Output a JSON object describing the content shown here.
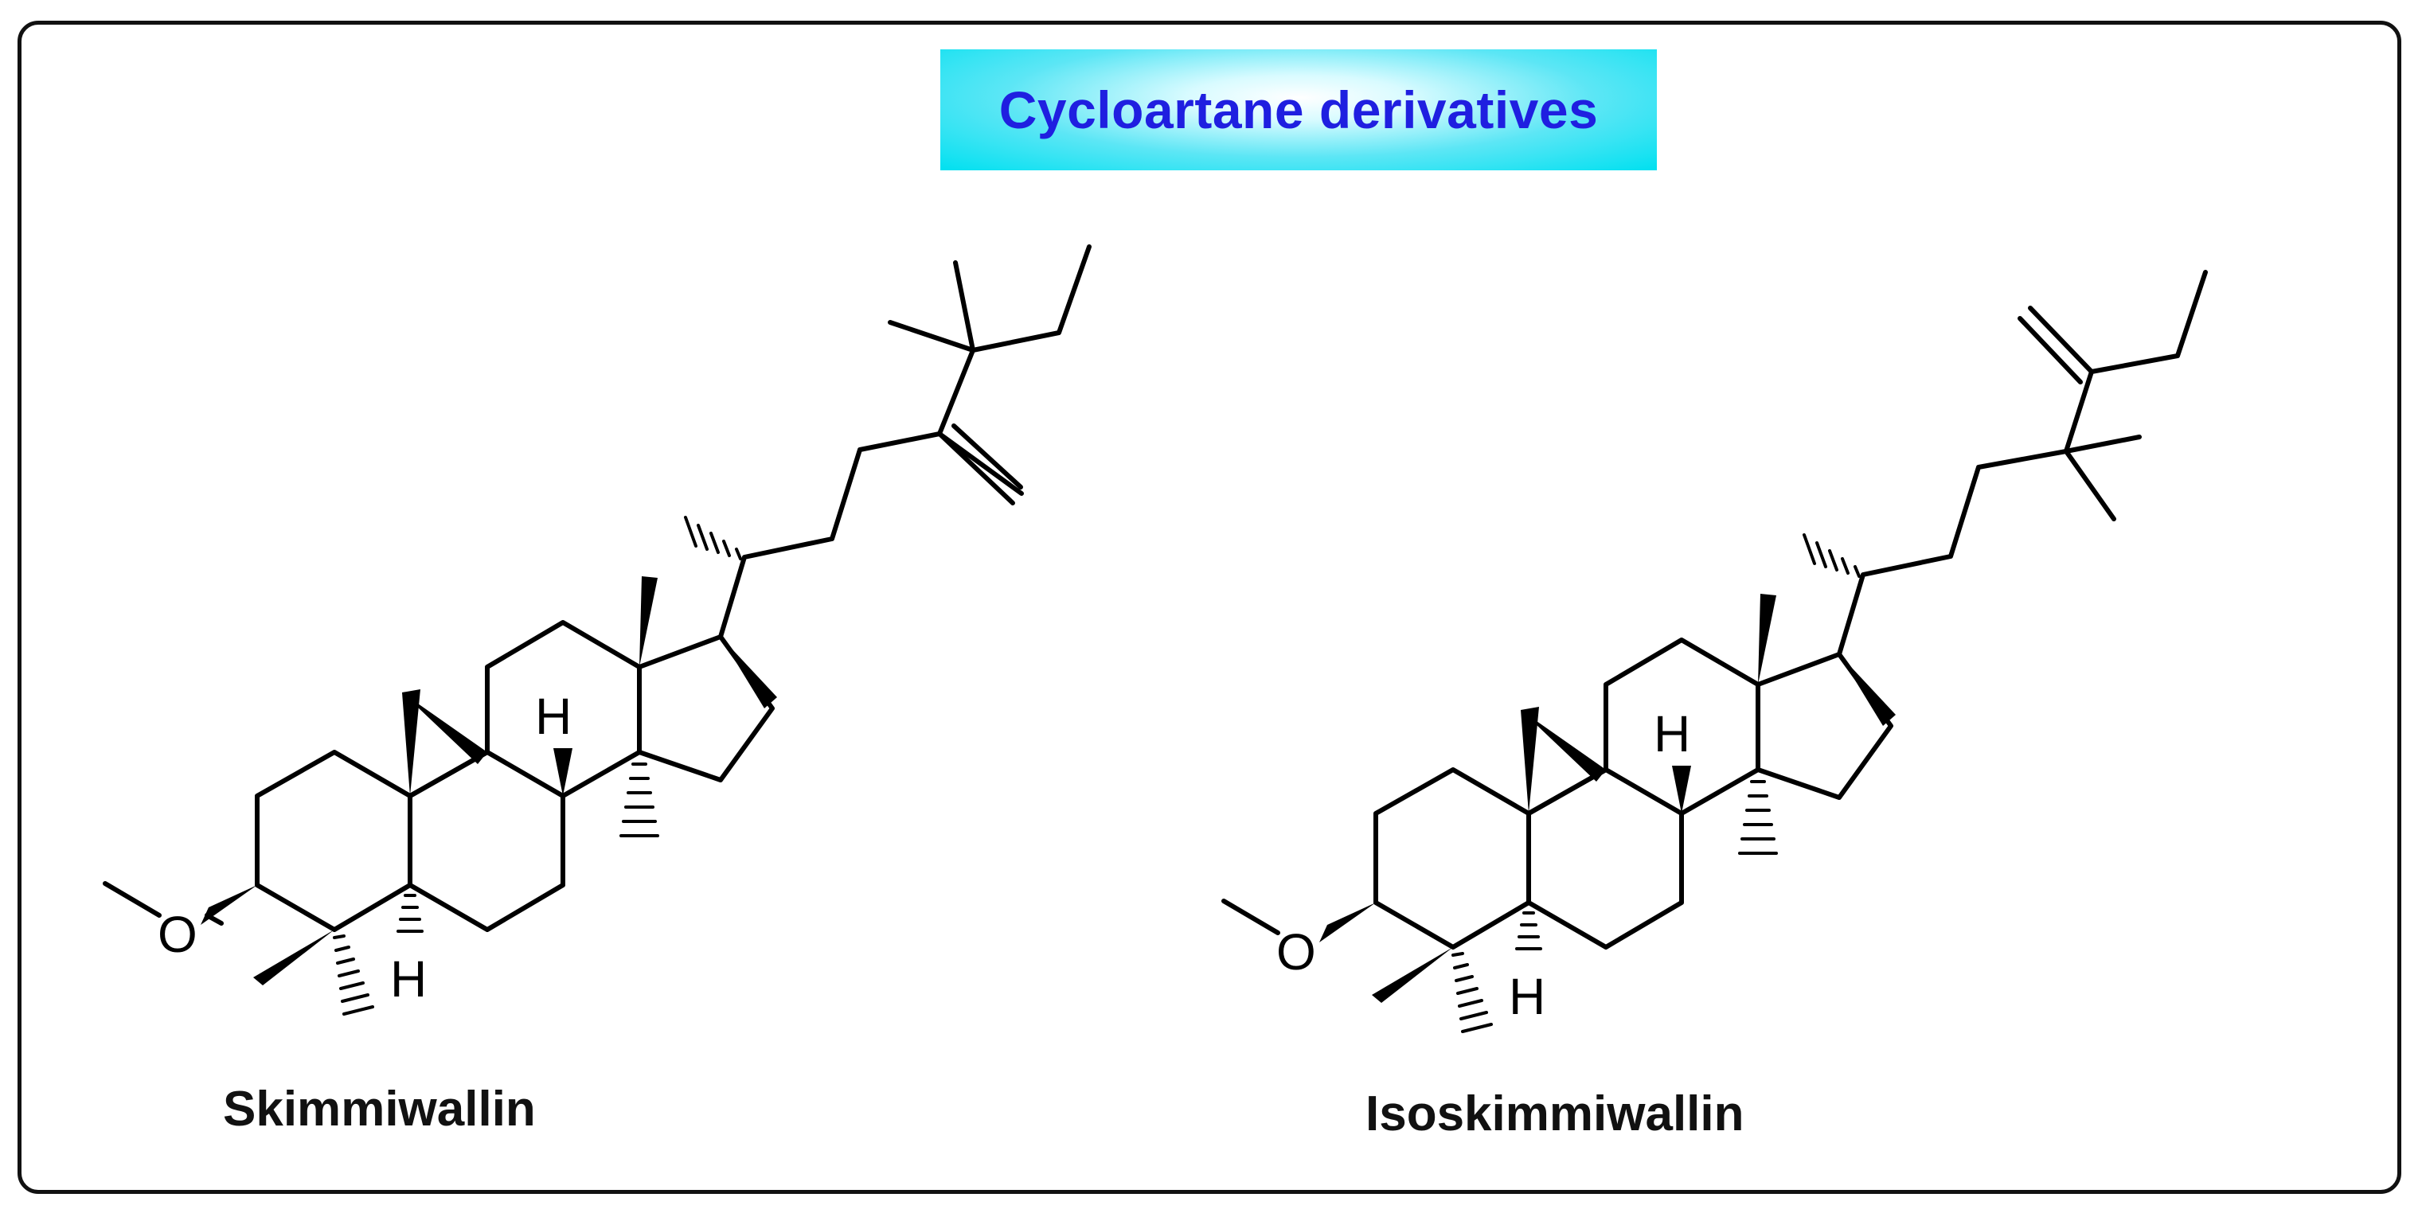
{
  "title": "Cycloartane derivatives",
  "compounds": [
    {
      "name": "Skimmiwallin",
      "atoms": {
        "oxygen": "O",
        "hydrogen_top": "H",
        "hydrogen_bottom": "H"
      }
    },
    {
      "name": "Isoskimmiwallin",
      "atoms": {
        "oxygen": "O",
        "hydrogen_top": "H",
        "hydrogen_bottom": "H"
      }
    }
  ],
  "colors": {
    "title_text": "#1f1fe0",
    "title_box": "#00e0f0",
    "frame": "#111111"
  }
}
